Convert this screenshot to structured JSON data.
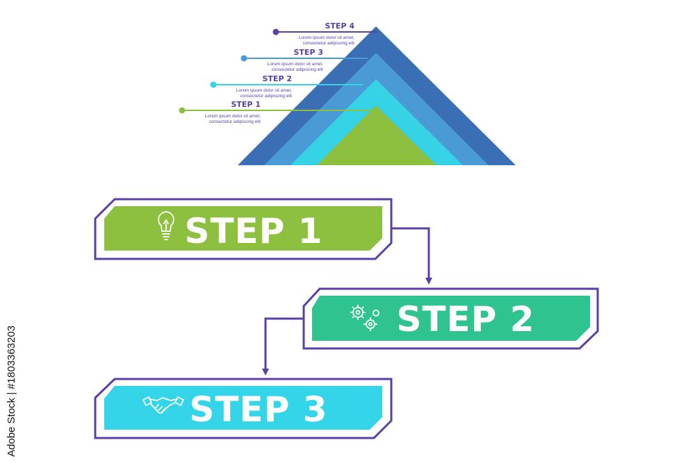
{
  "colors": {
    "step1": "#8dc03f",
    "step2": "#2fc38f",
    "step3": "#34d5e8",
    "pyramid_outer": "#3a6eb5",
    "pyramid_second": "#4a9ad6",
    "pyramid_third": "#36d2e6",
    "pyramid_inner": "#8dc03f",
    "frame": "#5b3fa6",
    "label": "#5b3fa6"
  },
  "pyramid": {
    "steps": [
      {
        "title": "STEP 4",
        "line1": "Lorem ipsum dolor sit amet,",
        "line2": "consectetur adipiscing elit",
        "color": "#3a6eb5"
      },
      {
        "title": "STEP 3",
        "line1": "Lorem ipsum dolor sit amet,",
        "line2": "consectetur adipiscing elit",
        "color": "#4a9ad6"
      },
      {
        "title": "STEP 2",
        "line1": "Lorem ipsum dolor sit amet,",
        "line2": "consectetur adipiscing elit",
        "color": "#36d2e6"
      },
      {
        "title": "STEP 1",
        "line1": "Lorem ipsum dolor sit amet,",
        "line2": "consectetur adipiscing elit",
        "color": "#8dc03f"
      }
    ]
  },
  "flow": {
    "steps": [
      {
        "label": "STEP 1",
        "icon": "lightbulb-icon",
        "color": "#8dc03f"
      },
      {
        "label": "STEP 2",
        "icon": "gears-icon",
        "color": "#2fc38f"
      },
      {
        "label": "STEP 3",
        "icon": "handshake-icon",
        "color": "#34d5e8"
      }
    ]
  },
  "stock_id": "Adobe Stock | #1803363203"
}
